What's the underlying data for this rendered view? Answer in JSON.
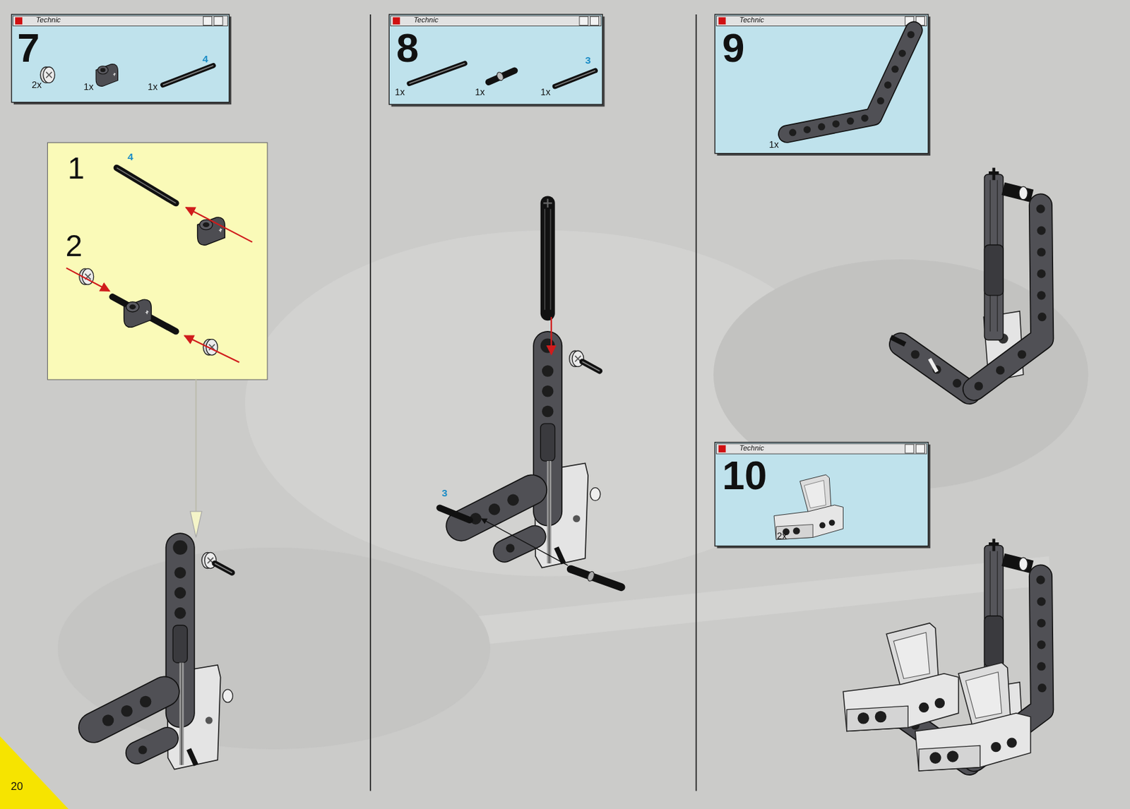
{
  "diagram": {
    "nodes": [
      {
        "text": [
          "Technic",
          "7",
          "2x",
          "1x",
          "1x",
          "4"
        ]
      },
      {
        "text": [
          "1",
          "4",
          "2"
        ]
      },
      {
        "text": [
          "Technic",
          "8",
          "1x",
          "1x",
          "1x",
          "3"
        ]
      },
      {
        "text": [
          "Technic",
          "9",
          "1x"
        ]
      },
      {
        "text": [
          "Technic",
          "10",
          "2x"
        ]
      }
    ],
    "labels": [
      "3",
      "20"
    ]
  }
}
